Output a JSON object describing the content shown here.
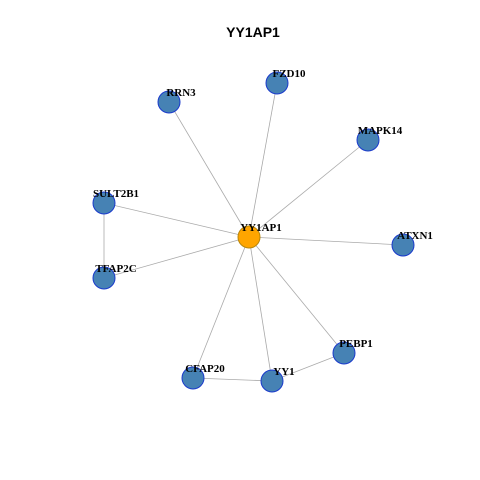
{
  "title": "YY1AP1",
  "colors": {
    "hub": "#ffa500",
    "node": "#4682b4",
    "node_border": "#1a3acc",
    "edge": "#aaaaaa"
  },
  "nodes": [
    {
      "id": "YY1AP1",
      "label": "YY1AP1",
      "hub": true
    },
    {
      "id": "FZD10",
      "label": "FZD10"
    },
    {
      "id": "RRN3",
      "label": "RRN3"
    },
    {
      "id": "MAPK14",
      "label": "MAPK14"
    },
    {
      "id": "SULT2B1",
      "label": "SULT2B1"
    },
    {
      "id": "ATXN1",
      "label": "ATXN1"
    },
    {
      "id": "TFAP2C",
      "label": "TFAP2C"
    },
    {
      "id": "PEBP1",
      "label": "PEBP1"
    },
    {
      "id": "CFAP20",
      "label": "CFAP20"
    },
    {
      "id": "YY1",
      "label": "YY1"
    }
  ],
  "edges": [
    [
      "YY1AP1",
      "FZD10"
    ],
    [
      "YY1AP1",
      "RRN3"
    ],
    [
      "YY1AP1",
      "MAPK14"
    ],
    [
      "YY1AP1",
      "SULT2B1"
    ],
    [
      "YY1AP1",
      "ATXN1"
    ],
    [
      "YY1AP1",
      "TFAP2C"
    ],
    [
      "YY1AP1",
      "PEBP1"
    ],
    [
      "YY1AP1",
      "CFAP20"
    ],
    [
      "YY1AP1",
      "YY1"
    ],
    [
      "SULT2B1",
      "TFAP2C"
    ],
    [
      "CFAP20",
      "YY1"
    ],
    [
      "YY1",
      "PEBP1"
    ]
  ]
}
